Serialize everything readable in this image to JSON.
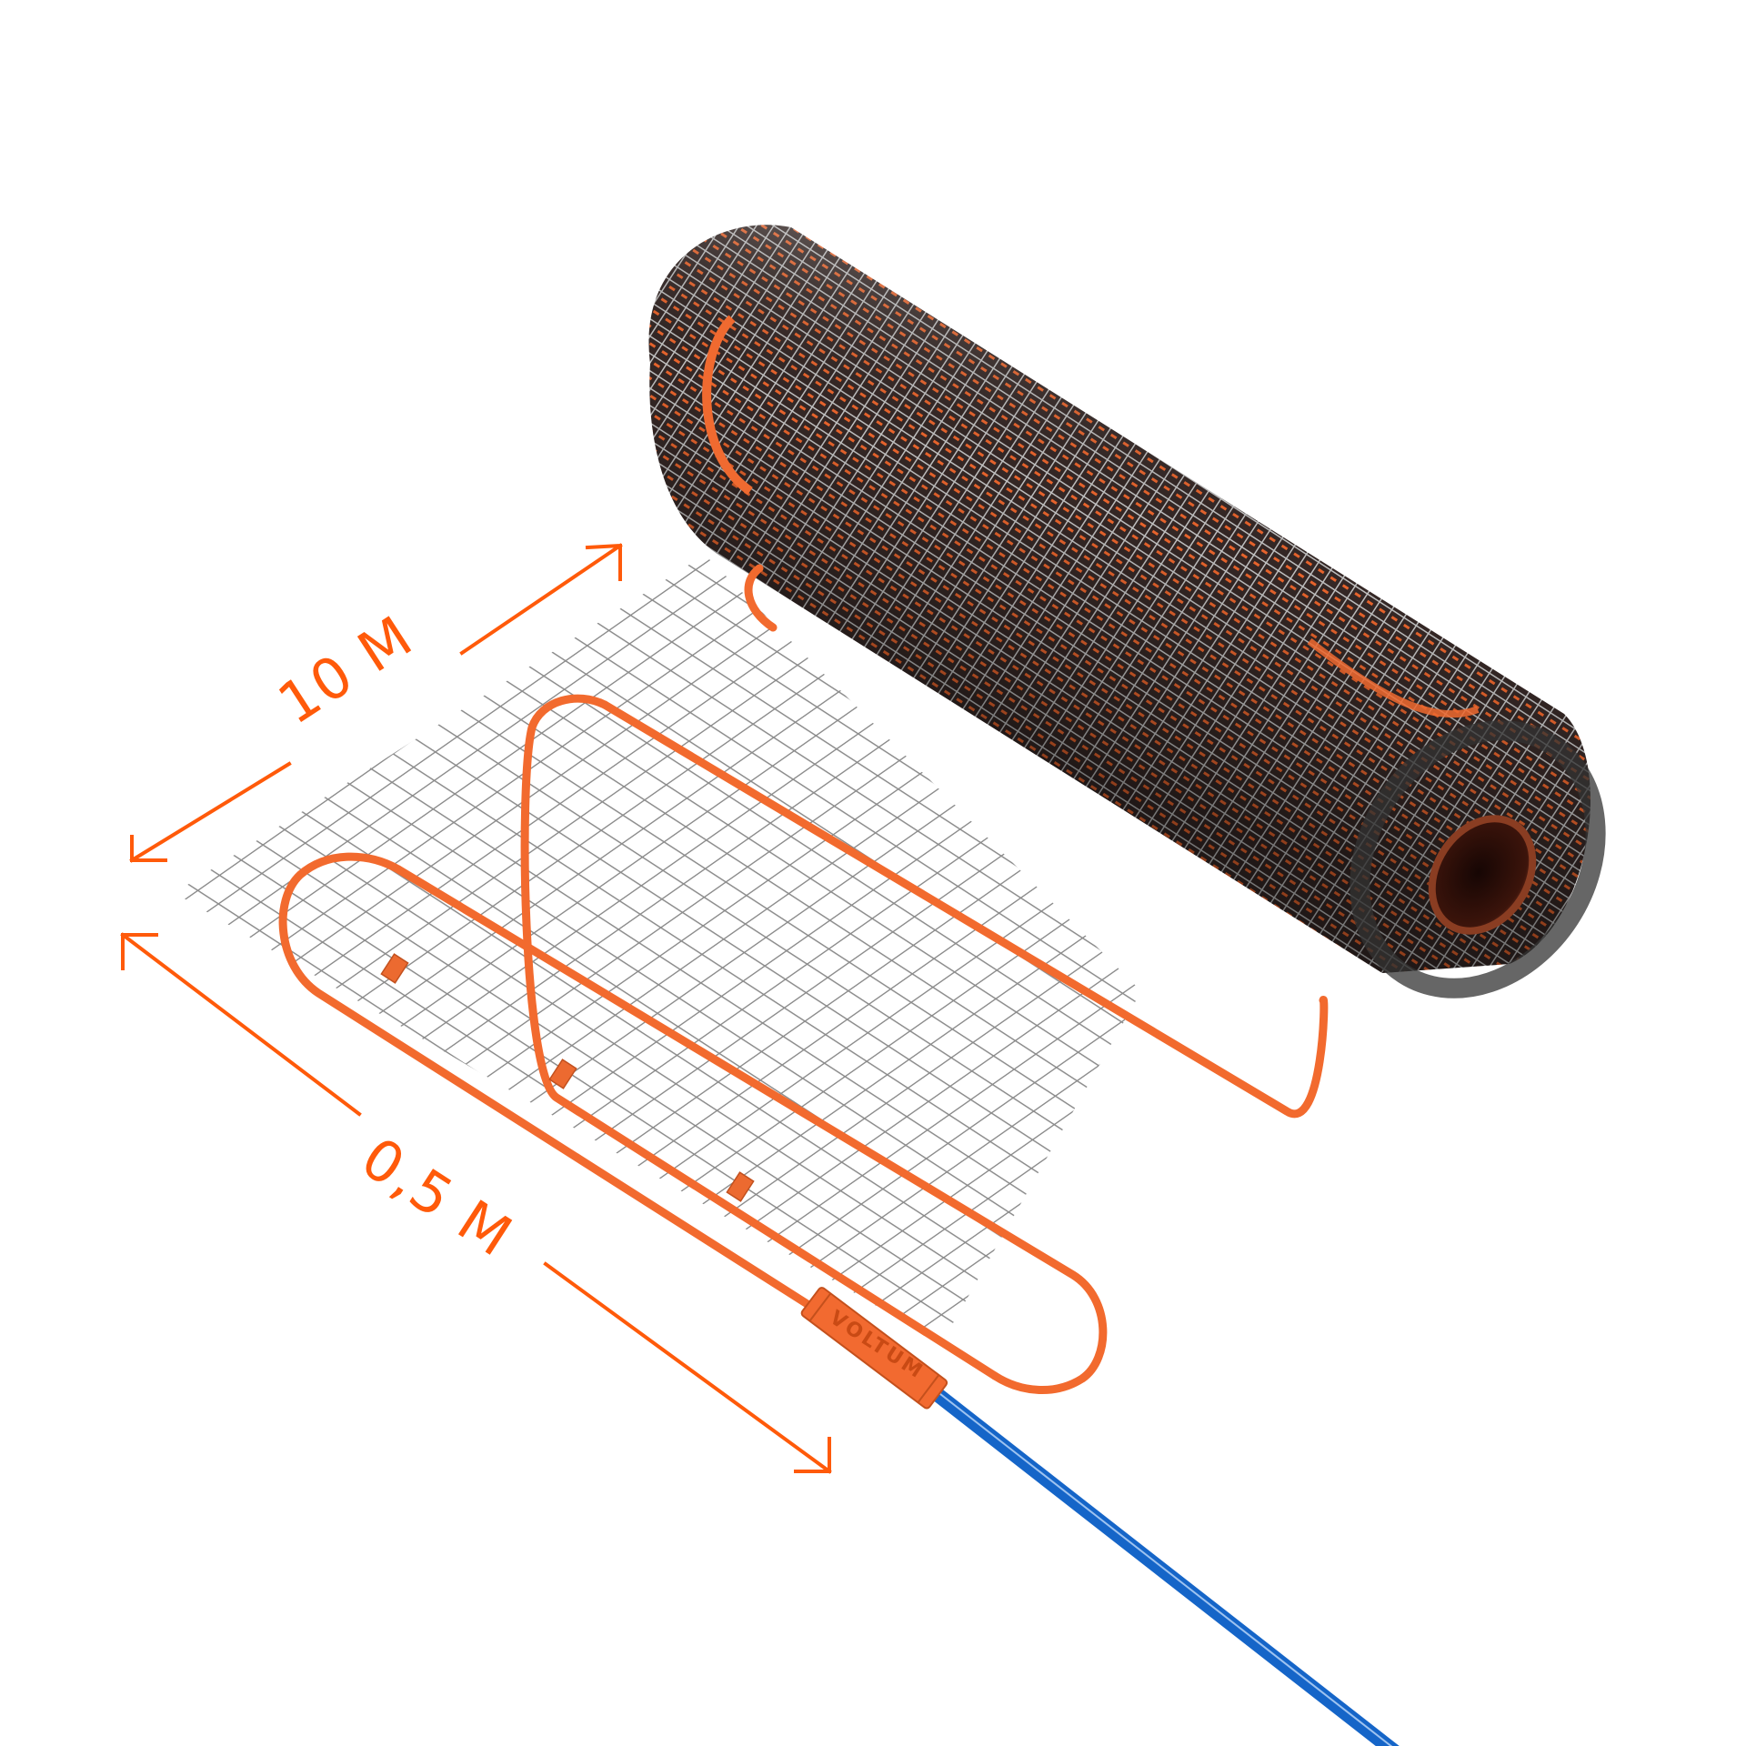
{
  "product": {
    "brand": "VOLTUM",
    "description": "Heating mat roll with orange heating cable on wire mesh, blue power lead"
  },
  "dimensions": {
    "length_label": "10 M",
    "width_label": "0,5 M"
  },
  "colors": {
    "dimension_accent": "#ff5a0a",
    "heating_cable": "#f26a2e",
    "power_cable": "#1565c8",
    "mesh": "#8a8a8a",
    "roll_core": "#6b2a1a",
    "background": "#ffffff"
  }
}
